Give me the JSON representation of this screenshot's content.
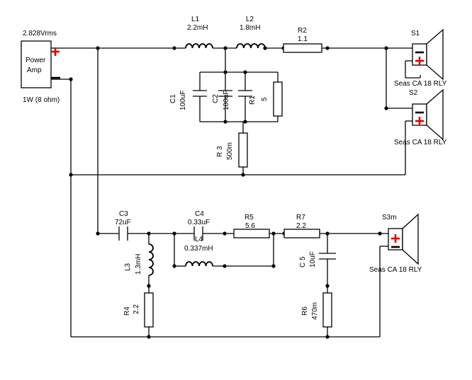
{
  "source": {
    "voltage": "2.828Vrms",
    "label_line1": "Power",
    "label_line2": "Amp",
    "load": "1W (8 ohm)"
  },
  "components": {
    "L1": {
      "ref": "L1",
      "value": "2.2mH"
    },
    "L2": {
      "ref": "L2",
      "value": "1.8mH"
    },
    "R2": {
      "ref": "R2",
      "value": "1.1"
    },
    "C1": {
      "ref": "C1",
      "value": "100uF"
    },
    "C2": {
      "ref": "C2",
      "value": "100uF"
    },
    "R1": {
      "ref": "R1",
      "value": "5"
    },
    "R3": {
      "ref": "R 3",
      "value": "500m"
    },
    "C3": {
      "ref": "C3",
      "value": "72uF"
    },
    "C4": {
      "ref": "C4",
      "value": "0.33uF"
    },
    "L4": {
      "ref": "L4",
      "value": "0.337mH"
    },
    "R5": {
      "ref": "R5",
      "value": "5.6"
    },
    "R7": {
      "ref": "R7",
      "value": "2.2"
    },
    "L3": {
      "ref": "L3",
      "value": "1.3mH"
    },
    "C5": {
      "ref": "C 5",
      "value": "10uF"
    },
    "R4": {
      "ref": "R4",
      "value": "2.2"
    },
    "R6": {
      "ref": "R6",
      "value": "470m"
    }
  },
  "speakers": {
    "S1": {
      "ref": "S1",
      "model": "Seas CA 18 RLY"
    },
    "S2": {
      "ref": "S2",
      "model": "Seas CA 18 RLY"
    },
    "S3m": {
      "ref": "S3m",
      "model": "Seas CA 18 RLY"
    }
  },
  "colors": {
    "wire": "#000000",
    "polarity": "#e00000"
  }
}
